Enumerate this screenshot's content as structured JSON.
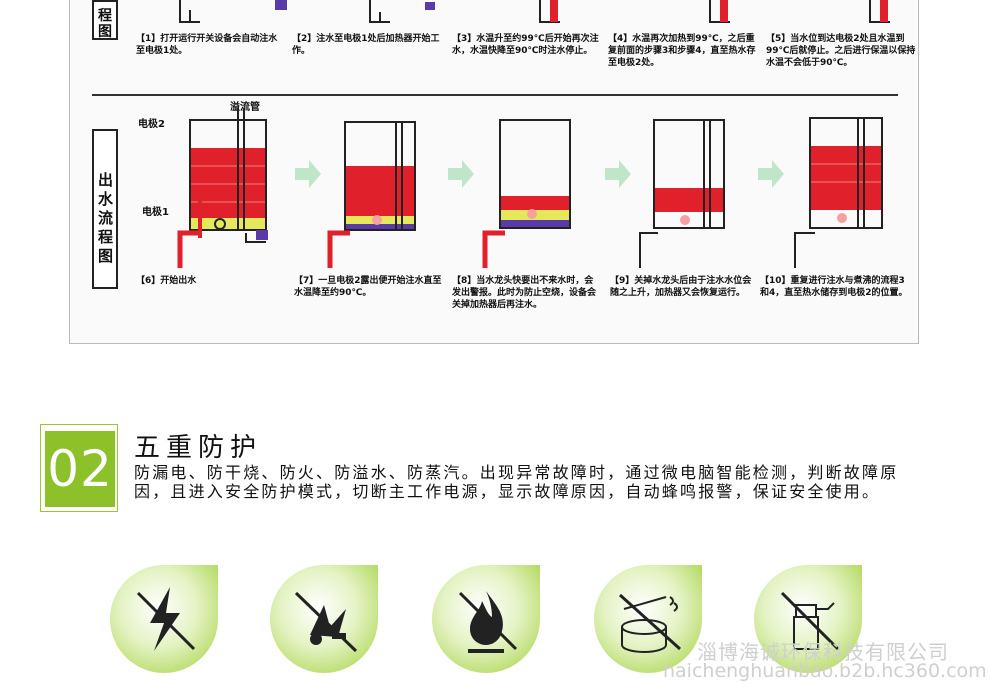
{
  "diagram": {
    "top_label": "程\n图",
    "bottom_label": "出水流程图",
    "top_captions": [
      "【1】打开运行开关设备会自动注水至电极1处。",
      "【2】注水至电极1处后加热器开始工作。",
      "【3】水温升至约99℃后开始再次注水，水温快降至90℃时注水停止。",
      "【4】水温再次加热到99℃，之后重复前面的步骤3和步骤4，直至热水存至电极2处。",
      "【5】当水位到达电极2处且水温到99℃后就停止。之后进行保温以保持水温不会低于90℃。"
    ],
    "bottom_captions": [
      "【6】开始出水",
      "【7】一旦电极2露出便开始注水直至水温降至约90℃。",
      "【8】当水龙头快要出不来水时，会发出警报。此时为防止空烧，设备会关掉加热器后再注水。",
      "【9】关掉水龙头后由于注水水位会随之上升，加热器又会恢复运行。",
      "【10】重复进行注水与煮沸的流程3和4，直至热水储存到电极2的位置。"
    ],
    "labels": {
      "electrode2": "电极2",
      "overflow": "溢流管",
      "electrode1": "电极1"
    }
  },
  "section": {
    "number": "02",
    "title": "五重防护",
    "description": "防漏电、防干烧、防火、防溢水、防蒸汽。出现异常故障时，通过微电脑智能检测，判断故障原因，且进入安全防护模式，切断主工作电源，显示故障原因，自动蜂鸣报警，保证安全使用。"
  },
  "icons": [
    "no-electric-leak-icon",
    "no-dry-burn-icon",
    "no-fire-icon",
    "no-overflow-icon",
    "no-steam-icon"
  ],
  "watermark": {
    "company": "淄博海诚环保科技有限公司",
    "site": "haichenghuanbao.b2b.hc360.com"
  },
  "colors": {
    "accent_green": "#8cc12a",
    "water_red": "#e0202a",
    "water_yellow": "#e4e85a",
    "water_purple": "#5a3aa8"
  }
}
